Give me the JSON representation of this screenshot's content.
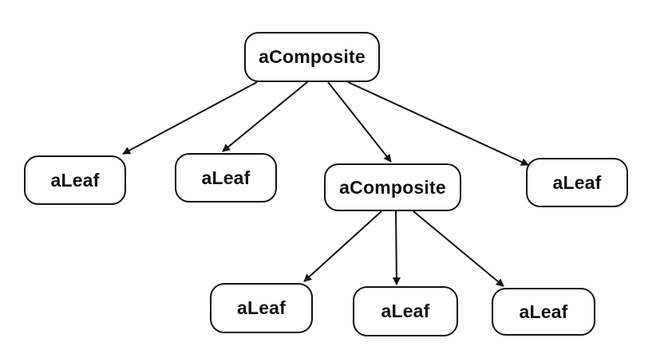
{
  "diagram": {
    "nodes": {
      "root": {
        "label": "aComposite"
      },
      "leaf_1": {
        "label": "aLeaf"
      },
      "leaf_2": {
        "label": "aLeaf"
      },
      "composite_2": {
        "label": "aComposite"
      },
      "leaf_3": {
        "label": "aLeaf"
      },
      "leaf_4": {
        "label": "aLeaf"
      },
      "leaf_5": {
        "label": "aLeaf"
      },
      "leaf_6": {
        "label": "aLeaf"
      }
    },
    "edges": [
      {
        "from": "root",
        "to": "leaf_1"
      },
      {
        "from": "root",
        "to": "leaf_2"
      },
      {
        "from": "root",
        "to": "composite_2"
      },
      {
        "from": "root",
        "to": "leaf_3"
      },
      {
        "from": "composite_2",
        "to": "leaf_4"
      },
      {
        "from": "composite_2",
        "to": "leaf_5"
      },
      {
        "from": "composite_2",
        "to": "leaf_6"
      }
    ],
    "colors": {
      "line": "#111111",
      "node_border": "#111111",
      "background": "#ffffff"
    }
  }
}
